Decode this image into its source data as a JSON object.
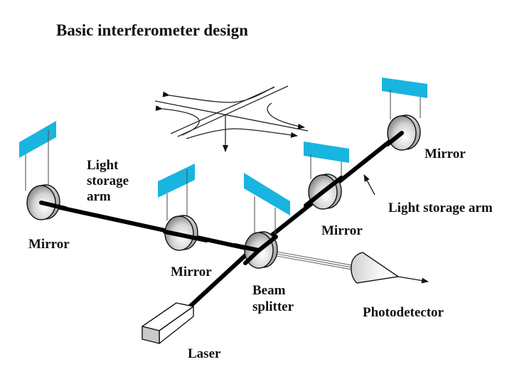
{
  "title": "Basic interferometer design",
  "colors": {
    "mirror_mount": "#1ab4e0",
    "beam": "#000000",
    "background": "#ffffff"
  },
  "labels": {
    "left_arm": [
      "Light",
      "storage",
      "arm"
    ],
    "right_arm": "Light storage arm",
    "mirror_far_left": "Mirror",
    "mirror_near_left": "Mirror",
    "mirror_near_right": "Mirror",
    "mirror_far_right": "Mirror",
    "beam_splitter": [
      "Beam",
      "splitter"
    ],
    "laser": "Laser",
    "photodetector": "Photodetector"
  },
  "components": [
    {
      "id": "laser",
      "type": "light-source"
    },
    {
      "id": "beam-splitter",
      "type": "beam-splitter"
    },
    {
      "id": "mirror-far-left",
      "type": "mirror",
      "arm": "left"
    },
    {
      "id": "mirror-near-left",
      "type": "mirror",
      "arm": "left"
    },
    {
      "id": "mirror-near-right",
      "type": "mirror",
      "arm": "right"
    },
    {
      "id": "mirror-far-right",
      "type": "mirror",
      "arm": "right"
    },
    {
      "id": "photodetector",
      "type": "detector"
    }
  ],
  "gravitational_wave_icon": "spacetime-strain-arrows"
}
